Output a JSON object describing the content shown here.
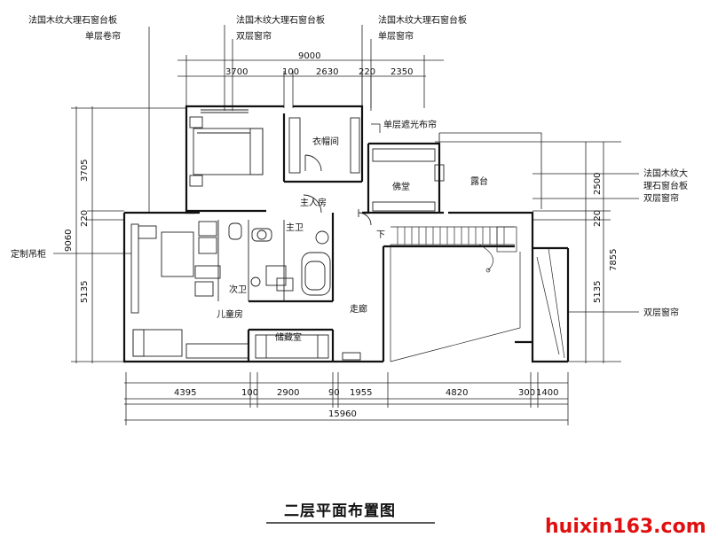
{
  "title": "二层平面布置图",
  "watermark": "huixin163.com",
  "notes": {
    "top_left": [
      "法国木纹大理石窗台板",
      "单层卷帘"
    ],
    "top_mid": [
      "法国木纹大理石窗台板",
      "双层窗帘"
    ],
    "top_right": [
      "法国木纹大理石窗台板",
      "单层窗帘"
    ],
    "shade": "单层遮光布帘",
    "right_upper": [
      "法国木纹大",
      "理石窗台板",
      "双层窗帘"
    ],
    "right_lower": "双层窗帘",
    "left": "定制吊柜"
  },
  "rooms": {
    "wardrobe": "衣帽间",
    "master_bed": "主人房",
    "master_bath": "主卫",
    "shrine": "佛堂",
    "terrace": "露台",
    "second_bath": "次卫",
    "child_room": "儿童房",
    "corridor": "走廊",
    "storage": "储藏室",
    "down": "下"
  },
  "dimensions": {
    "top_total": "9000",
    "top": [
      "3700",
      "100",
      "2630",
      "220",
      "2350"
    ],
    "bottom": [
      "4395",
      "100",
      "2900",
      "90",
      "1955",
      "4820",
      "300",
      "1400"
    ],
    "bottom_total": "15960",
    "left": [
      "3705",
      "220",
      "5135"
    ],
    "left_total": "9060",
    "right": [
      "2500",
      "220",
      "5135"
    ],
    "right_total": "7855"
  }
}
